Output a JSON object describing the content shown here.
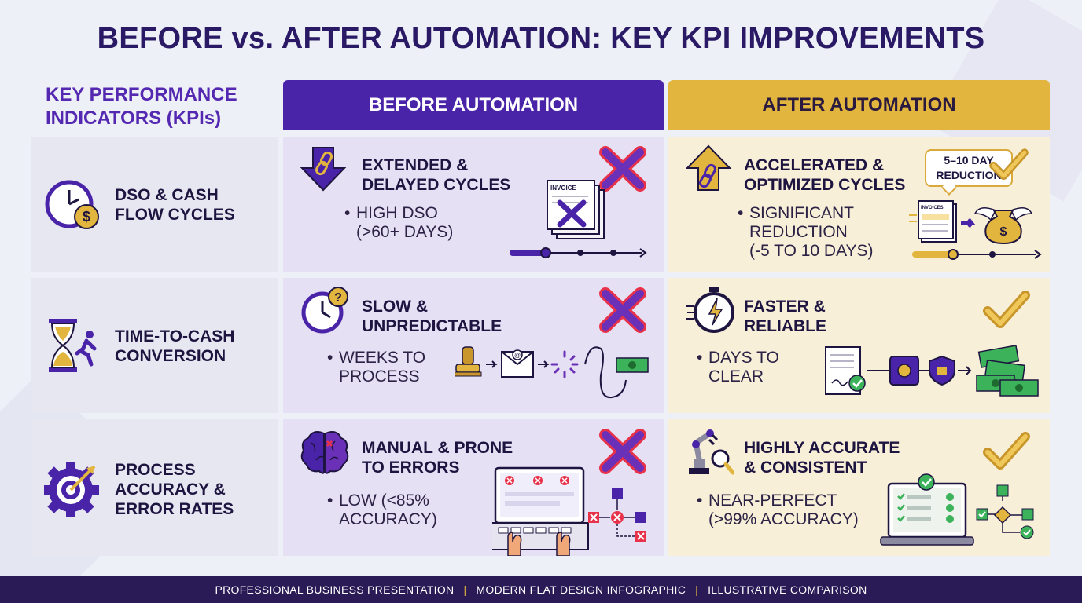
{
  "title": "BEFORE vs. AFTER AUTOMATION: KEY KPI IMPROVEMENTS",
  "kpi_header": [
    "KEY PERFORMANCE",
    "INDICATORS (KPIs)"
  ],
  "before_header": "BEFORE AUTOMATION",
  "after_header": "AFTER AUTOMATION",
  "colors": {
    "purple": "#4a24a8",
    "gold": "#e2b53e",
    "navy": "#2a1a55",
    "x_mark": "#6a30b8",
    "x_outline": "#e8324a"
  },
  "rows": [
    {
      "kpi": [
        "DSO & CASH",
        "FLOW CYCLES"
      ],
      "kpi_icon": "clock-dollar-icon",
      "before": {
        "title": [
          "EXTENDED &",
          "DELAYED CYCLES"
        ],
        "bullet": [
          "HIGH DSO",
          "(>60+ DAYS)"
        ],
        "icon": "down-arrow-chain-icon",
        "illustration_label": "INVOICE"
      },
      "after": {
        "title": [
          "ACCELERATED &",
          "OPTIMIZED CYCLES"
        ],
        "bullet": [
          "SIGNIFICANT",
          "REDUCTION",
          "(-5 TO 10 DAYS)"
        ],
        "icon": "up-arrow-chain-icon",
        "badge": [
          "5–10 DAY",
          "REDUCTION"
        ],
        "illustration_label": "INVOICES"
      }
    },
    {
      "kpi": [
        "TIME-TO-CASH",
        "CONVERSION"
      ],
      "kpi_icon": "hourglass-runner-icon",
      "before": {
        "title": [
          "SLOW &",
          "UNPREDICTABLE"
        ],
        "bullet": [
          "WEEKS TO",
          "PROCESS"
        ],
        "icon": "clock-question-icon"
      },
      "after": {
        "title": [
          "FASTER &",
          "RELIABLE"
        ],
        "bullet": [
          "DAYS TO",
          "CLEAR"
        ],
        "icon": "stopwatch-bolt-icon"
      }
    },
    {
      "kpi": [
        "PROCESS",
        "ACCURACY &",
        "ERROR RATES"
      ],
      "kpi_icon": "gear-target-icon",
      "before": {
        "title": [
          "MANUAL & PRONE",
          "TO ERRORS"
        ],
        "bullet": [
          "LOW (<85%",
          "ACCURACY)"
        ],
        "icon": "brain-error-icon"
      },
      "after": {
        "title": [
          "HIGHLY ACCURATE",
          "& CONSISTENT"
        ],
        "bullet": [
          "NEAR-PERFECT",
          "(>99% ACCURACY)"
        ],
        "icon": "robot-arm-magnifier-icon"
      }
    }
  ],
  "footer": [
    "PROFESSIONAL BUSINESS PRESENTATION",
    "MODERN FLAT DESIGN INFOGRAPHIC",
    "ILLUSTRATIVE COMPARISON"
  ]
}
